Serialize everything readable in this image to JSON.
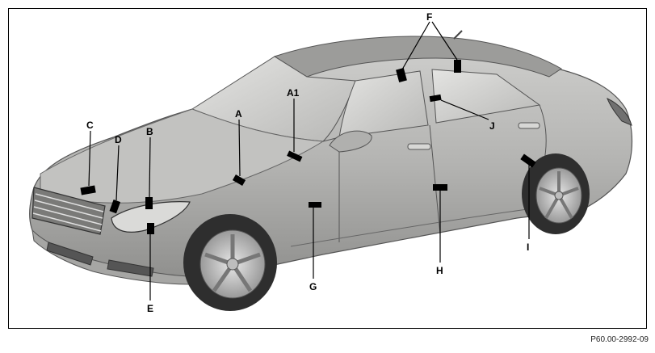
{
  "callouts": {
    "a": "A",
    "a1": "A1",
    "b": "B",
    "c": "C",
    "d": "D",
    "e": "E",
    "f": "F",
    "g": "G",
    "h": "H",
    "i": "I",
    "j": "J"
  },
  "figure_code": "P60.00-2992-09",
  "colors": {
    "body": "#b9b9b7",
    "body_dark": "#8d8d8b",
    "glass": "#d6d6d4",
    "tire": "#2e2e2e",
    "marker": "#000000"
  }
}
